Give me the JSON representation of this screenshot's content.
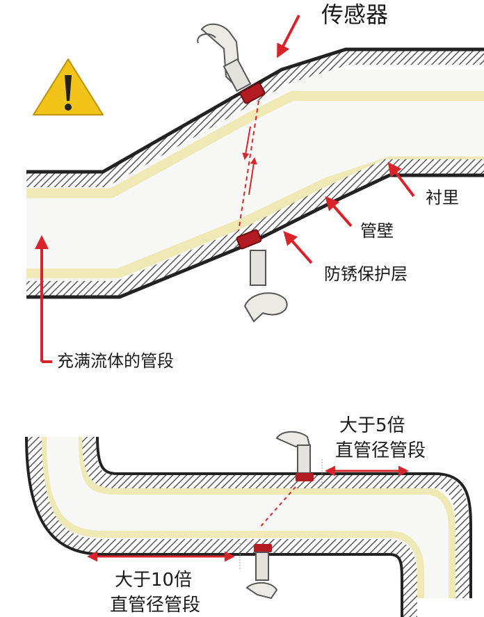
{
  "top_diagram": {
    "sensor_label": "传感器",
    "lining_label": "衬里",
    "pipe_wall_label": "管壁",
    "anticorrosion_label": "防锈保护层",
    "full_pipe_label": "充满流体的管段",
    "warning_icon": "warning-triangle-icon"
  },
  "bottom_diagram": {
    "upstream_line1": "大于10倍",
    "upstream_line2": "直管径管段",
    "downstream_line1": "大于5倍",
    "downstream_line2": "直管径管段"
  },
  "colors": {
    "pipe_wall": "#2b2b2b",
    "lining": "#f2eebc",
    "fluid": "#f6f6f4",
    "arrow": "#d8232a",
    "warning": "#f2c318"
  }
}
